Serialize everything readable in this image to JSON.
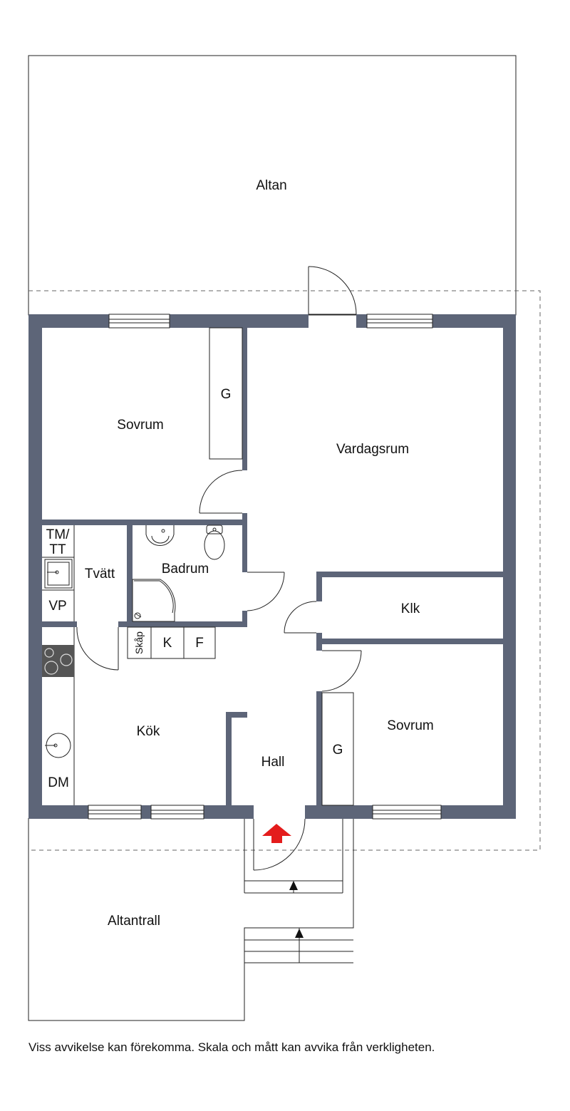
{
  "colors": {
    "wall": "#5d6578",
    "line": "#222222",
    "entrance_arrow": "#e41c1c",
    "hob": "#555555"
  },
  "rooms": {
    "altan": "Altan",
    "sovrum_top": "Sovrum",
    "garderob_top": "G",
    "vardagsrum": "Vardagsrum",
    "tm_tt_line1": "TM/",
    "tm_tt_line2": "TT",
    "tvatt": "Tvätt",
    "badrum": "Badrum",
    "vp": "VP",
    "klk": "Klk",
    "skap": "Skåp",
    "k": "K",
    "f": "F",
    "kok": "Kök",
    "sovrum_bottom": "Sovrum",
    "garderob_bottom": "G",
    "hall": "Hall",
    "dm": "DM",
    "altantrall": "Altantrall"
  },
  "icons": [
    "entrance-arrow-icon",
    "stairs-up-arrow-icon",
    "sink-icon",
    "toilet-icon",
    "shower-icon",
    "stove-icon"
  ],
  "footer": {
    "disclaimer": "Viss avvikelse kan förekomma. Skala och mått kan avvika från verkligheten."
  }
}
